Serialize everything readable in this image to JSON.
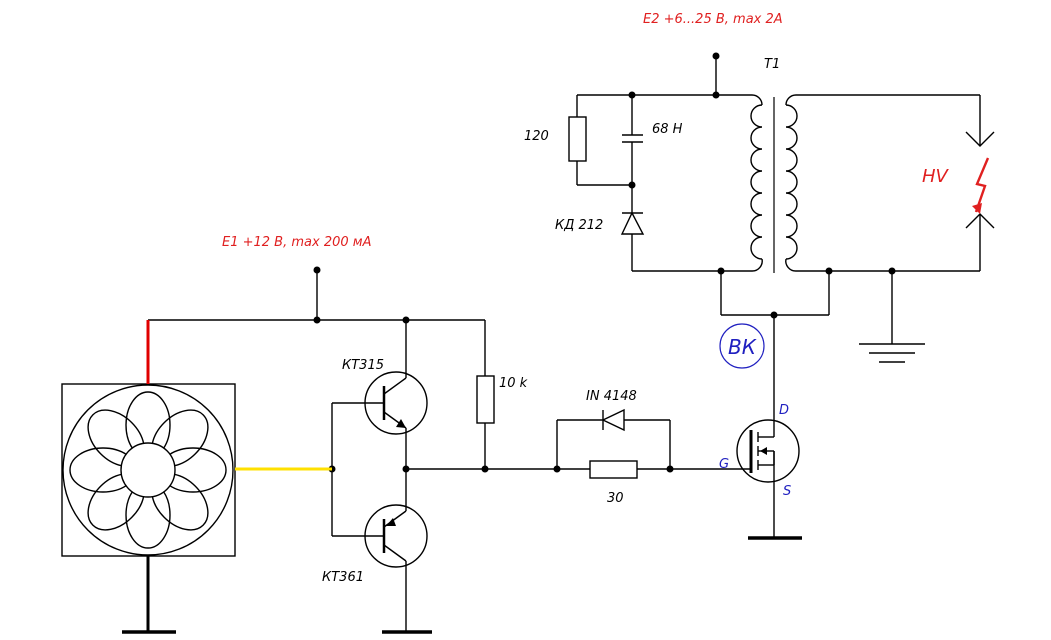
{
  "labels": {
    "e2_supply": "E2 +6...25 В, max 2A",
    "transformer": "T1",
    "resistor_120": "120",
    "capacitor": "68 Н",
    "diode_kd": "КД 212",
    "hv": "HV",
    "e1_supply": "E1 +12 В, max 200 мА",
    "kt315": "КТ315",
    "kt361": "КТ361",
    "resistor_10k": "10 k",
    "diode_in": "IN 4148",
    "resistor_30": "30",
    "mosfet_d": "D",
    "mosfet_g": "G",
    "mosfet_s": "S",
    "vk": "ВК"
  },
  "colors": {
    "red_text": "#e02020",
    "blue_text": "#2020c0",
    "red_wire": "#e00000",
    "yellow_wire": "#ffe000"
  }
}
